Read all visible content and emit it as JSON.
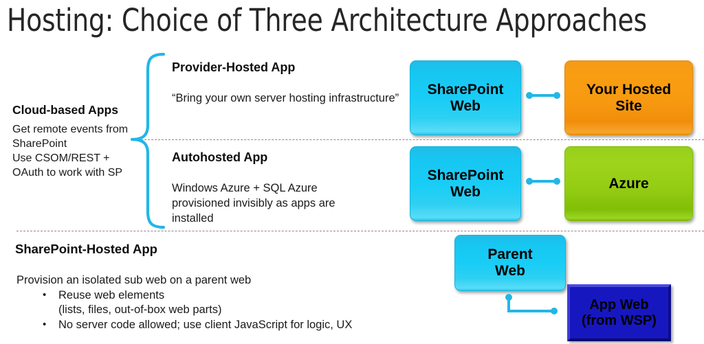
{
  "slide": {
    "title": "Hosting: Choice of Three Architecture Approaches"
  },
  "colors": {
    "accent_cyan": "#22b6e8",
    "box_blue": "#19cdf6",
    "box_orange": "#f79a10",
    "box_green": "#95cd14",
    "box_navy": "#1717bf",
    "separator": "#a07a8c",
    "title_text": "#262626"
  },
  "cloud_group": {
    "heading": "Cloud-based Apps",
    "body": "Get remote events from SharePoint\nUse CSOM/REST + OAuth to work with SP"
  },
  "sections": [
    {
      "id": "provider-hosted",
      "heading": "Provider-Hosted App",
      "body": "“Bring your own server hosting infrastructure”",
      "boxes": [
        {
          "id": "sharepoint-web",
          "label": "SharePoint\nWeb",
          "color": "blue"
        },
        {
          "id": "your-hosted-site",
          "label": "Your Hosted\nSite",
          "color": "orange"
        }
      ]
    },
    {
      "id": "autohosted",
      "heading": "Autohosted App",
      "body": "Windows Azure + SQL Azure provisioned invisibly as apps are installed",
      "boxes": [
        {
          "id": "sharepoint-web",
          "label": "SharePoint\nWeb",
          "color": "blue"
        },
        {
          "id": "azure",
          "label": "Azure",
          "color": "green"
        }
      ]
    },
    {
      "id": "sharepoint-hosted",
      "heading": "SharePoint-Hosted App",
      "body_intro": "Provision an isolated sub web on a parent web",
      "bullets": [
        "Reuse web elements\n(lists, files, out-of-box web parts)",
        "No server code allowed; use client JavaScript for logic, UX"
      ],
      "boxes": [
        {
          "id": "parent-web",
          "label": "Parent\nWeb",
          "color": "blue"
        },
        {
          "id": "app-web",
          "label": "App Web\n(from WSP)",
          "color": "navy"
        }
      ]
    }
  ],
  "box_labels": {
    "sharepoint_web_line1": "SharePoint",
    "sharepoint_web_line2": "Web",
    "your_hosted_line1": "Your Hosted",
    "your_hosted_line2": "Site",
    "azure": "Azure",
    "parent_web_line1": "Parent",
    "parent_web_line2": "Web",
    "app_web_line1": "App Web",
    "app_web_line2": "(from WSP)"
  },
  "cloud_lines": {
    "l1": "Get remote events from",
    "l2": "SharePoint",
    "l3": "Use CSOM/REST +",
    "l4": "OAuth to work with SP"
  },
  "autohosted_lines": {
    "l1": "Windows Azure + SQL Azure",
    "l2": "provisioned invisibly as apps are",
    "l3": "installed"
  },
  "sph_lines": {
    "intro": "Provision an isolated sub web on a parent web",
    "b1a": "Reuse web elements",
    "b1b": "(lists, files, out-of-box web parts)",
    "b2": "No server code allowed; use client JavaScript for logic, UX"
  }
}
